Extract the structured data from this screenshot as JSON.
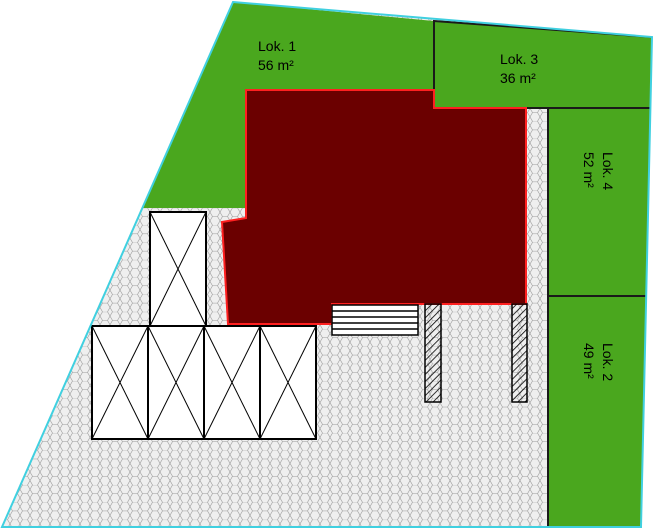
{
  "colors": {
    "lot": "#4aa71e",
    "lot_border": "#1a1a1a",
    "building": "#6b0000",
    "building_outline": "#ff2020",
    "boundary": "#40d0e0",
    "paving": "#e8e8e8",
    "paving_lines": "#9a9a9a",
    "background": "#ffffff"
  },
  "lots": [
    {
      "name": "Lok. 1",
      "area": "56 m²"
    },
    {
      "name": "Lok. 3",
      "area": "36 m²"
    },
    {
      "name": "Lok. 4",
      "area": "52 m²"
    },
    {
      "name": "Lok. 2",
      "area": "49 m²"
    }
  ],
  "parking": {
    "upper_spaces": 1,
    "lower_spaces": 4
  },
  "icons": {
    "paving_pattern": "hexagon-tiles",
    "parking_space": "crossed-box",
    "stairs": "horizontal-steps",
    "columns": "hatched-pillars"
  }
}
